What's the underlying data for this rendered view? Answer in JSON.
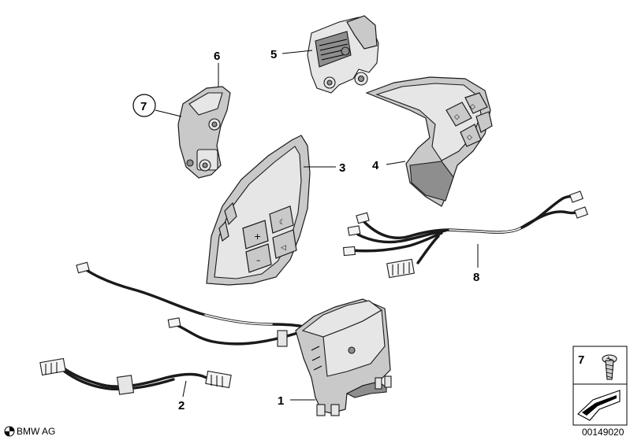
{
  "callouts": [
    {
      "id": "1",
      "label": "1"
    },
    {
      "id": "2",
      "label": "2"
    },
    {
      "id": "3",
      "label": "3"
    },
    {
      "id": "4",
      "label": "4"
    },
    {
      "id": "5",
      "label": "5"
    },
    {
      "id": "6",
      "label": "6"
    },
    {
      "id": "7",
      "label": "7"
    },
    {
      "id": "8",
      "label": "8"
    }
  ],
  "legend_box": {
    "item_number": "7"
  },
  "footer": {
    "brand": "BMW AG",
    "diagram_number": "00149020"
  },
  "colors": {
    "part_fill": "#c9c9c9",
    "outline": "#1a1a1a",
    "background": "#ffffff"
  }
}
